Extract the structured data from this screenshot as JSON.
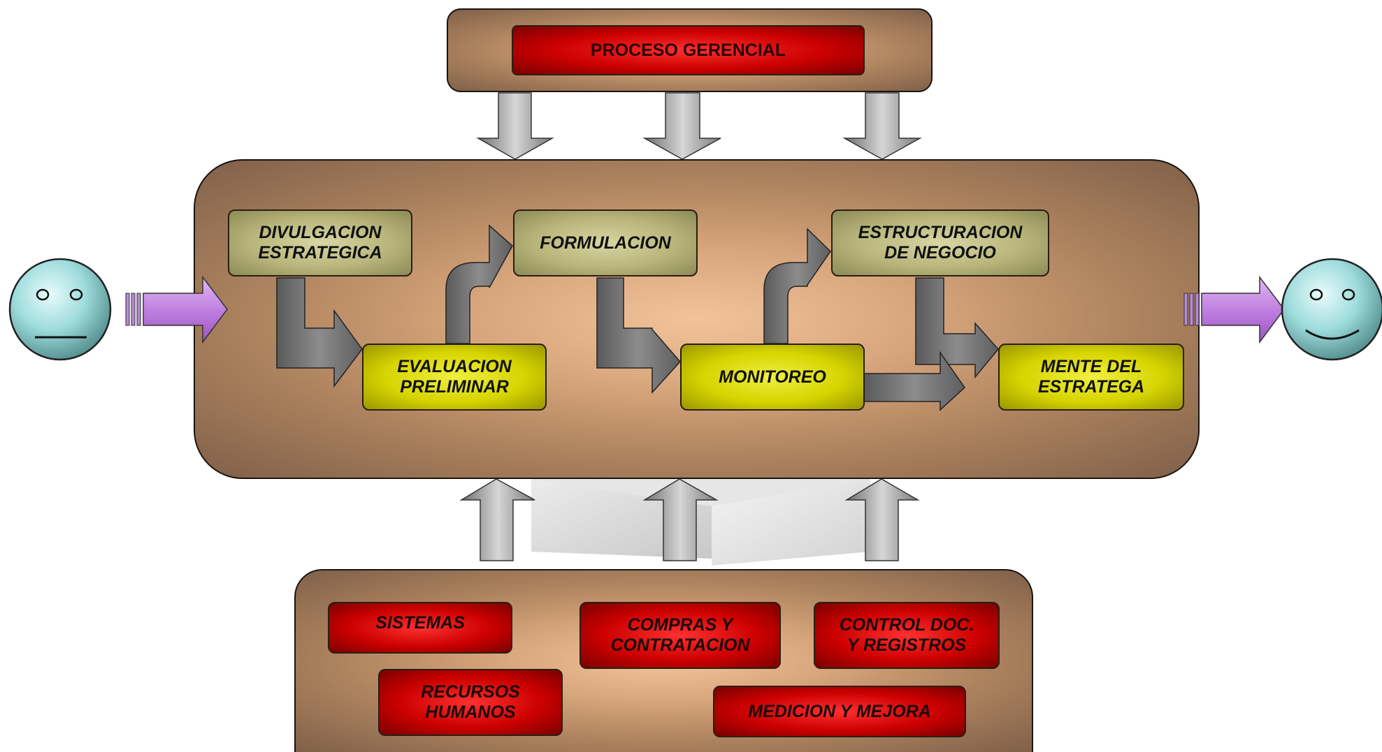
{
  "management": {
    "title": "PROCESO GERENCIAL"
  },
  "core": {
    "divulgacion": [
      "DIVULGACION",
      "ESTRATEGICA"
    ],
    "formulacion": [
      "FORMULACION"
    ],
    "estructuracion": [
      "ESTRUCTURACION",
      "DE NEGOCIO"
    ],
    "evaluacion": [
      "EVALUACION",
      "PRELIMINAR"
    ],
    "monitoreo": [
      "MONITOREO"
    ],
    "mente": [
      "MENTE DEL",
      "ESTRATEGA"
    ]
  },
  "support": {
    "sistemas": [
      "SISTEMAS"
    ],
    "compras": [
      "COMPRAS Y",
      "CONTRATACION"
    ],
    "control": [
      "CONTROL DOC.",
      "Y REGISTROS"
    ],
    "recursos": [
      "RECURSOS",
      "HUMANOS"
    ],
    "medicion": [
      "MEDICION Y MEJORA"
    ]
  },
  "faces": {
    "input": "neutral-face-icon",
    "output": "smiling-face-icon"
  },
  "colors": {
    "panel": "#7f6049",
    "olive": "#b7b57a",
    "yellow": "#d6d400",
    "red": "#cc0000",
    "arrow_gray": "#9a9a9a",
    "arrow_purple": "#c080e0",
    "face": "#8fd6d6"
  }
}
